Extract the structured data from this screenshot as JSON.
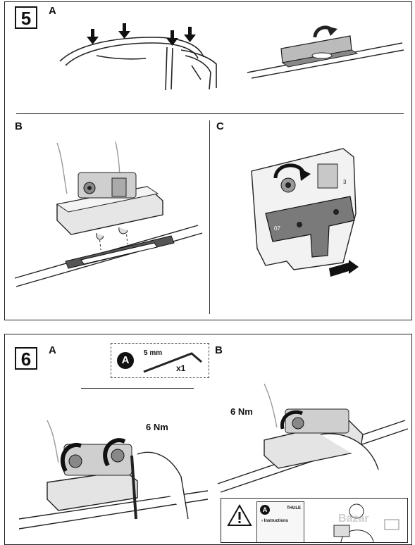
{
  "step5": {
    "number": "5",
    "label_a": "A",
    "label_b": "B",
    "label_c": "C",
    "part_number_left": "07",
    "part_number_right": "3"
  },
  "step6": {
    "number": "6",
    "label_a": "A",
    "label_b": "B",
    "tool": {
      "badge": "A",
      "size": "5 mm",
      "quantity": "x1",
      "icon": "hex-key-icon"
    },
    "torque_a": "6 Nm",
    "torque_b": "6 Nm",
    "instructions": {
      "badge": "A",
      "text": "› Instructions",
      "brand": "THULE"
    }
  },
  "watermark": "Bazar"
}
